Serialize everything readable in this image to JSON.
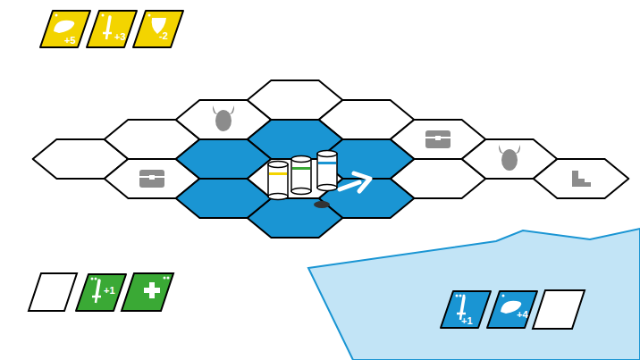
{
  "diagram": {
    "nodes": [
      {
        "text": [
          "+5"
        ]
      },
      {
        "text": [
          "+3"
        ]
      },
      {
        "text": [
          "-2"
        ]
      },
      {
        "text": [
          "+1"
        ]
      },
      {
        "text": [
          "+1"
        ]
      },
      {
        "text": [
          "+4"
        ]
      }
    ]
  }
}
